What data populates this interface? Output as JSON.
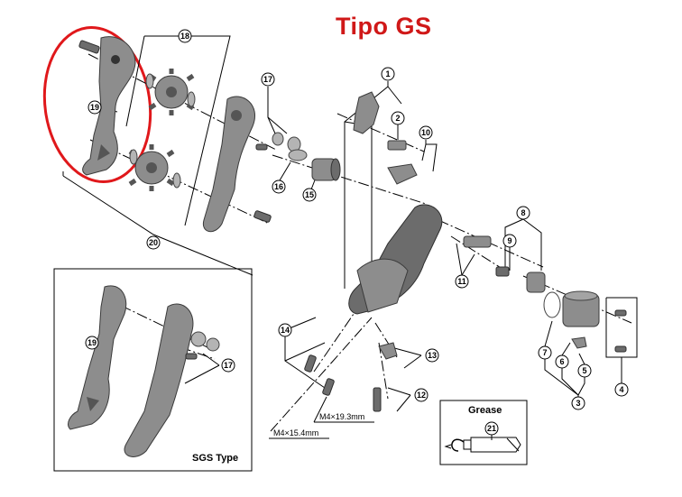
{
  "title": "Tipo GS",
  "callouts": {
    "c1": "1",
    "c2": "2",
    "c3": "3",
    "c4": "4",
    "c5": "5",
    "c6": "6",
    "c7": "7",
    "c8": "8",
    "c9": "9",
    "c10": "10",
    "c11": "11",
    "c12": "12",
    "c13": "13",
    "c14": "14",
    "c15": "15",
    "c16": "16",
    "c17": "17",
    "c17b": "17",
    "c18": "18",
    "c19": "19",
    "c19b": "19",
    "c20": "20",
    "c21": "21"
  },
  "dims": {
    "m4_19": "M4×19.3mm",
    "m4_15": "M4×15.4mm"
  },
  "sgs_label": "SGS Type",
  "grease_label": "Grease",
  "colors": {
    "title": "#d01818",
    "highlight": "#e0181b",
    "part": "#8d8d8d"
  }
}
